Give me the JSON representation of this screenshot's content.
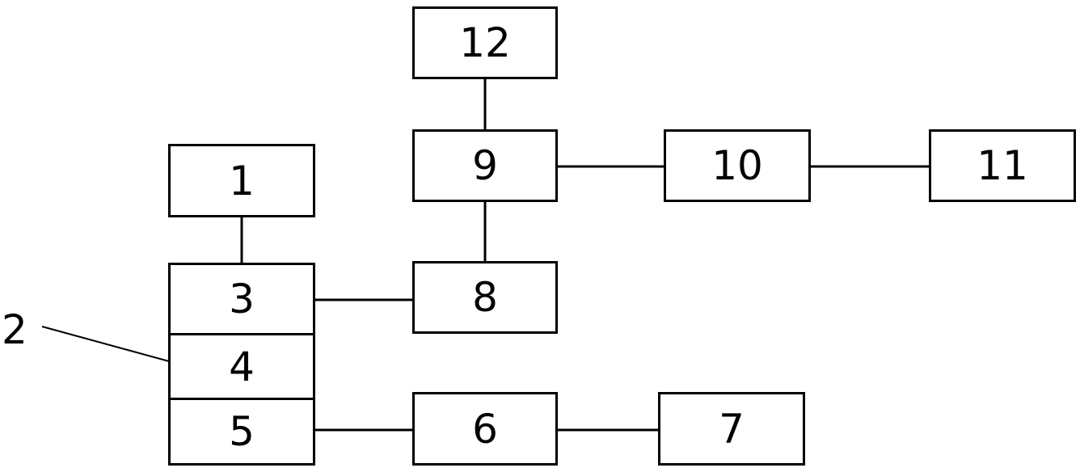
{
  "diagram": {
    "boxes": {
      "b1": "1",
      "b3": "3",
      "b4": "4",
      "b5": "5",
      "b6": "6",
      "b7": "7",
      "b8": "8",
      "b9": "9",
      "b10": "10",
      "b11": "11",
      "b12": "12"
    },
    "callout_label": "2",
    "line_color": "#000000",
    "box_border_color": "#000000"
  }
}
